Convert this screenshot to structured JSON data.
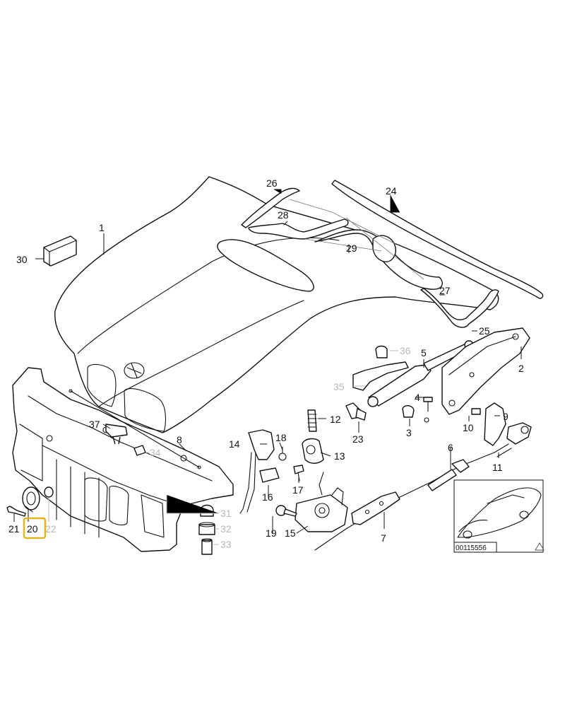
{
  "diagram": {
    "callouts": [
      {
        "id": "1",
        "text": "1"
      },
      {
        "id": "2",
        "text": "2"
      },
      {
        "id": "4",
        "text": "4"
      },
      {
        "id": "5",
        "text": "5"
      },
      {
        "id": "6",
        "text": "6"
      },
      {
        "id": "7",
        "text": "7"
      },
      {
        "id": "8",
        "text": "8"
      },
      {
        "id": "9",
        "text": "9"
      },
      {
        "id": "10",
        "text": "10"
      },
      {
        "id": "11",
        "text": "11"
      },
      {
        "id": "12",
        "text": "12"
      },
      {
        "id": "13",
        "text": "13"
      },
      {
        "id": "14",
        "text": "14"
      },
      {
        "id": "15",
        "text": "15"
      },
      {
        "id": "16",
        "text": "16"
      },
      {
        "id": "17",
        "text": "17"
      },
      {
        "id": "18",
        "text": "18"
      },
      {
        "id": "19",
        "text": "19"
      },
      {
        "id": "20",
        "text": "20",
        "highlighted": true
      },
      {
        "id": "21",
        "text": "21"
      },
      {
        "id": "22",
        "text": "22",
        "dimmed": true
      },
      {
        "id": "23",
        "text": "23"
      },
      {
        "id": "24",
        "text": "24"
      },
      {
        "id": "25",
        "text": "25"
      },
      {
        "id": "26",
        "text": "26"
      },
      {
        "id": "27",
        "text": "27"
      },
      {
        "id": "28",
        "text": "28"
      },
      {
        "id": "29",
        "text": "29"
      },
      {
        "id": "30",
        "text": "30"
      },
      {
        "id": "31",
        "text": "31",
        "dimmed": true
      },
      {
        "id": "32",
        "text": "32",
        "dimmed": true
      },
      {
        "id": "33",
        "text": "33",
        "dimmed": true
      },
      {
        "id": "34",
        "text": "34",
        "dimmed": true
      },
      {
        "id": "35",
        "text": "35",
        "dimmed": true
      },
      {
        "id": "36",
        "text": "36",
        "dimmed": true
      },
      {
        "id": "37",
        "text": "37"
      },
      {
        "id": "3",
        "text": "3"
      }
    ],
    "reference_number": "00115556",
    "highlight_color": "#e2b51b",
    "dimmed_color": "#b9b9b9",
    "line_color": "#111111"
  }
}
